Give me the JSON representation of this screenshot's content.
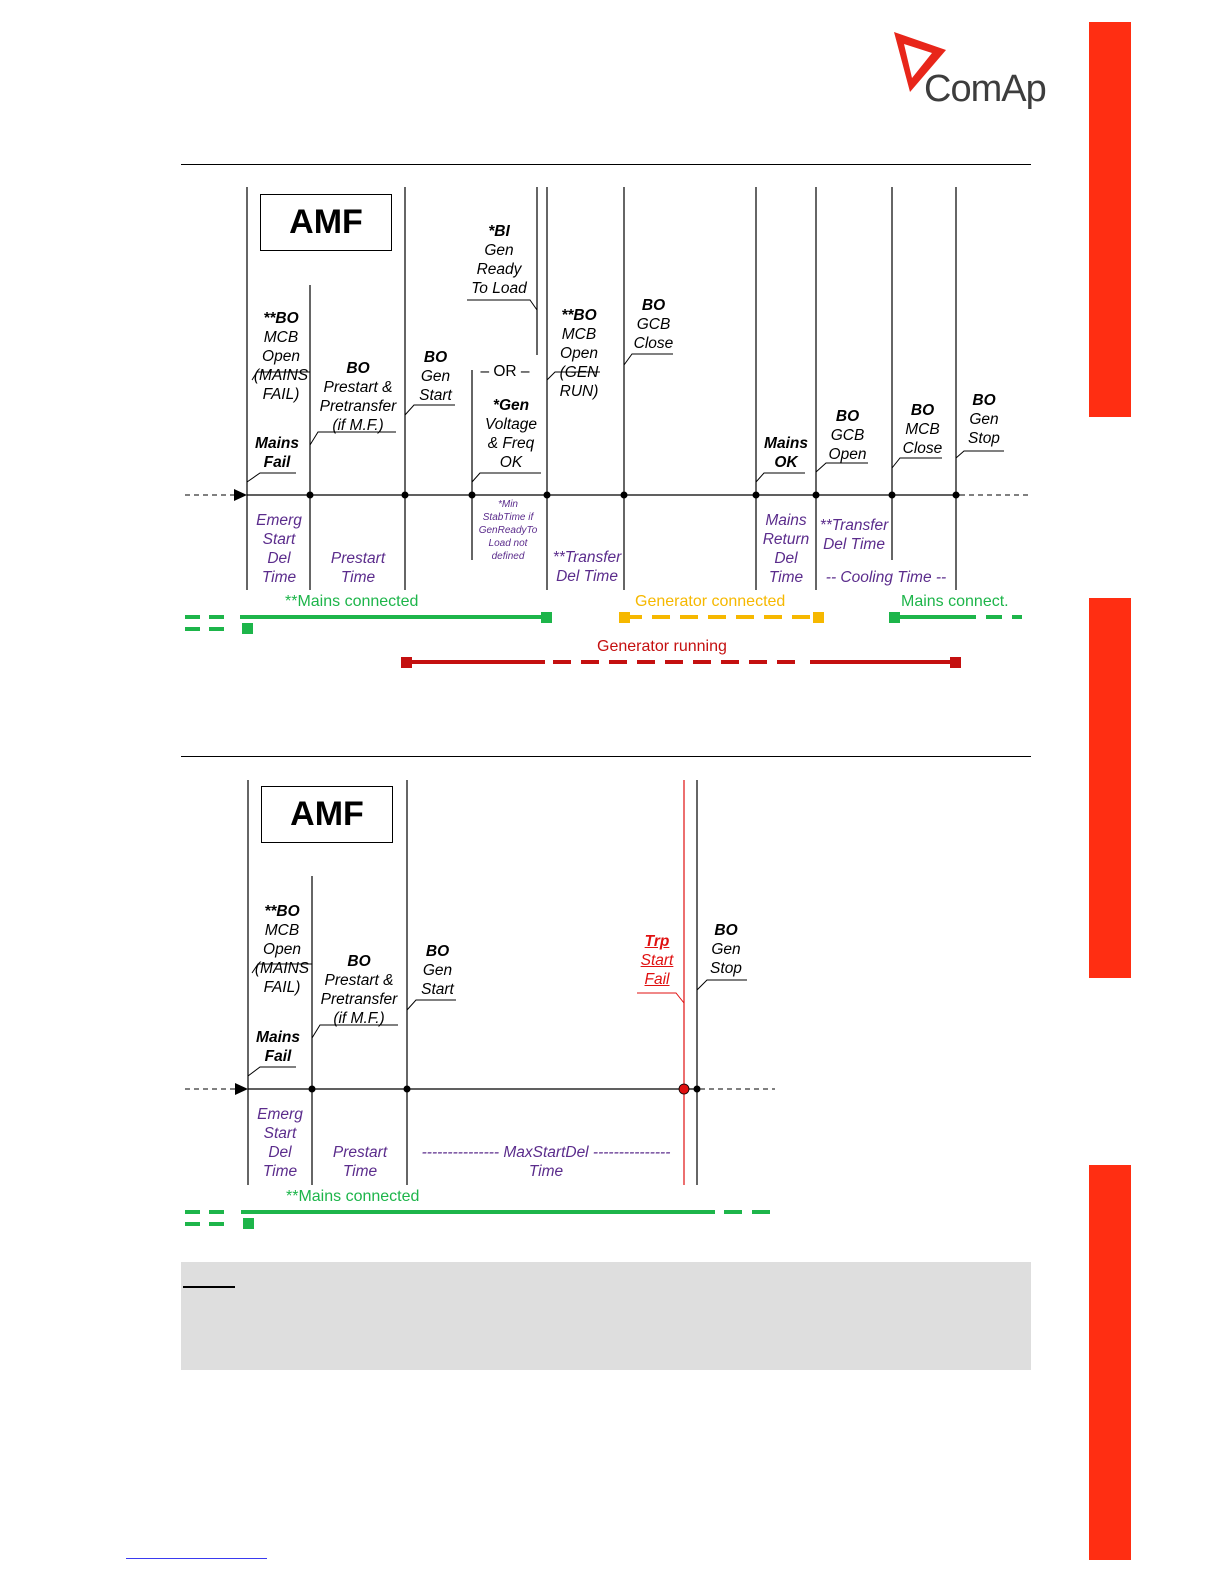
{
  "logo": {
    "text": "ComAp",
    "icon": "comap-triangle-logo"
  },
  "colors": {
    "accent_tab": "#ff2e12",
    "mains": "#1db54a",
    "generator_connected": "#f6b800",
    "generator_running": "#c41010",
    "time_label": "#5b2c8c",
    "fail": "#e01010"
  },
  "diagram1": {
    "title": "AMF",
    "events": {
      "mcb_open": "**BO\nMCB\nOpen\n(MAINS\nFAIL)",
      "mains_fail": "Mains\nFail",
      "prestart": "BO\nPrestart &\nPretransfer\n(if M.F.)",
      "gen_start": "BO\nGen\nStart",
      "ready_to_load": "*BI\nGen\nReady\nTo Load",
      "or": "– OR –",
      "voltage_ok": "*Gen\nVoltage\n& Freq\nOK",
      "mcb_open_gen_run": "**BO\nMCB\nOpen\n(GEN\nRUN)",
      "gcb_close": "BO\nGCB\nClose",
      "mains_ok": "Mains\nOK",
      "gcb_open": "BO\nGCB\nOpen",
      "mcb_close": "BO\nMCB\nClose",
      "gen_stop": "BO\nGen\nStop"
    },
    "times": {
      "emerg": "Emerg\nStart\nDel\nTime",
      "prestart": "Prestart\nTime",
      "min_stab": "*Min\nStabTime if\nGenReadyTo\nLoad not\ndefined",
      "transfer": "**Transfer\nDel Time",
      "mains_return": "Mains\nReturn\nDel\nTime",
      "transfer2": "**Transfer\nDel Time",
      "cooling": "-- Cooling Time --"
    },
    "states": {
      "mains_connected": "**Mains connected",
      "generator_connected": "Generator connected",
      "mains_connect": "Mains connect.",
      "generator_running": "Generator running"
    }
  },
  "diagram2": {
    "title": "AMF",
    "events": {
      "mcb_open": "**BO\nMCB\nOpen\n(MAINS\nFAIL)",
      "mains_fail": "Mains\nFail",
      "prestart": "BO\nPrestart &\nPretransfer\n(if M.F.)",
      "gen_start": "BO\nGen\nStart",
      "trp_start_fail": "Trp\nStart\nFail",
      "gen_stop": "BO\nGen\nStop"
    },
    "times": {
      "emerg": "Emerg\nStart\nDel\nTime",
      "prestart": "Prestart\nTime",
      "maxstart": "--------------- MaxStartDel ---------------\nTime"
    },
    "states": {
      "mains_connected": "**Mains connected"
    }
  }
}
